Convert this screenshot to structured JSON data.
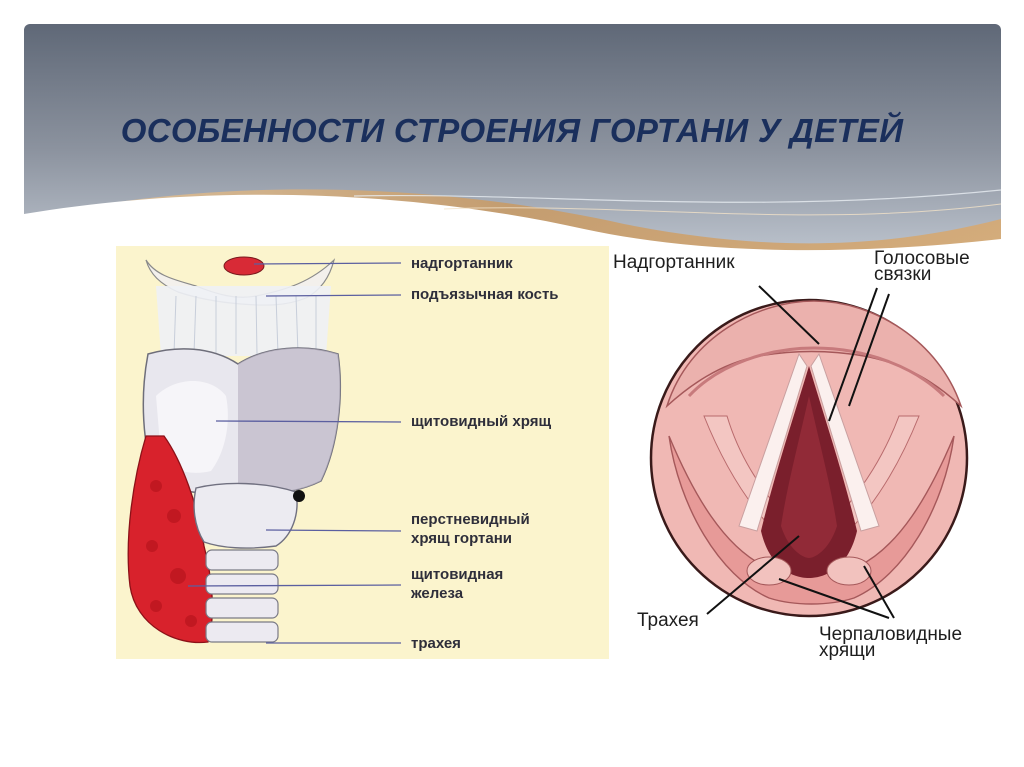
{
  "slide": {
    "title": "ОСОБЕННОСТИ СТРОЕНИЯ ГОРТАНИ У ДЕТЕЙ"
  },
  "left_figure": {
    "labels": {
      "epiglottis": "надгортанник",
      "hyoid_bone": "подъязычная кость",
      "thyroid_cartilage": "щитовидный хрящ",
      "cricoid_cartilage_line1": "перстневидный",
      "cricoid_cartilage_line2": "хрящ гортани",
      "thyroid_gland_line1": "щитовидная",
      "thyroid_gland_line2": "железа",
      "trachea": "трахея"
    }
  },
  "right_figure": {
    "labels": {
      "epiglottis": "Надгортанник",
      "vocal_cords_line1": "Голосовые",
      "vocal_cords_line2": "связки",
      "trachea": "Трахея",
      "arytenoid_line1": "Черпаловидные",
      "arytenoid_line2": "хрящи"
    }
  },
  "colors": {
    "title": "#1a2f5c",
    "header_top": "#5f6877",
    "header_bottom": "#b9c0cb",
    "accent_swoosh": "#c99a63",
    "left_panel_bg": "#fbf4cd",
    "thyroid_gland": "#d8222c",
    "mucosa": "#e8a0a0",
    "airway": "#7a1f2c"
  }
}
